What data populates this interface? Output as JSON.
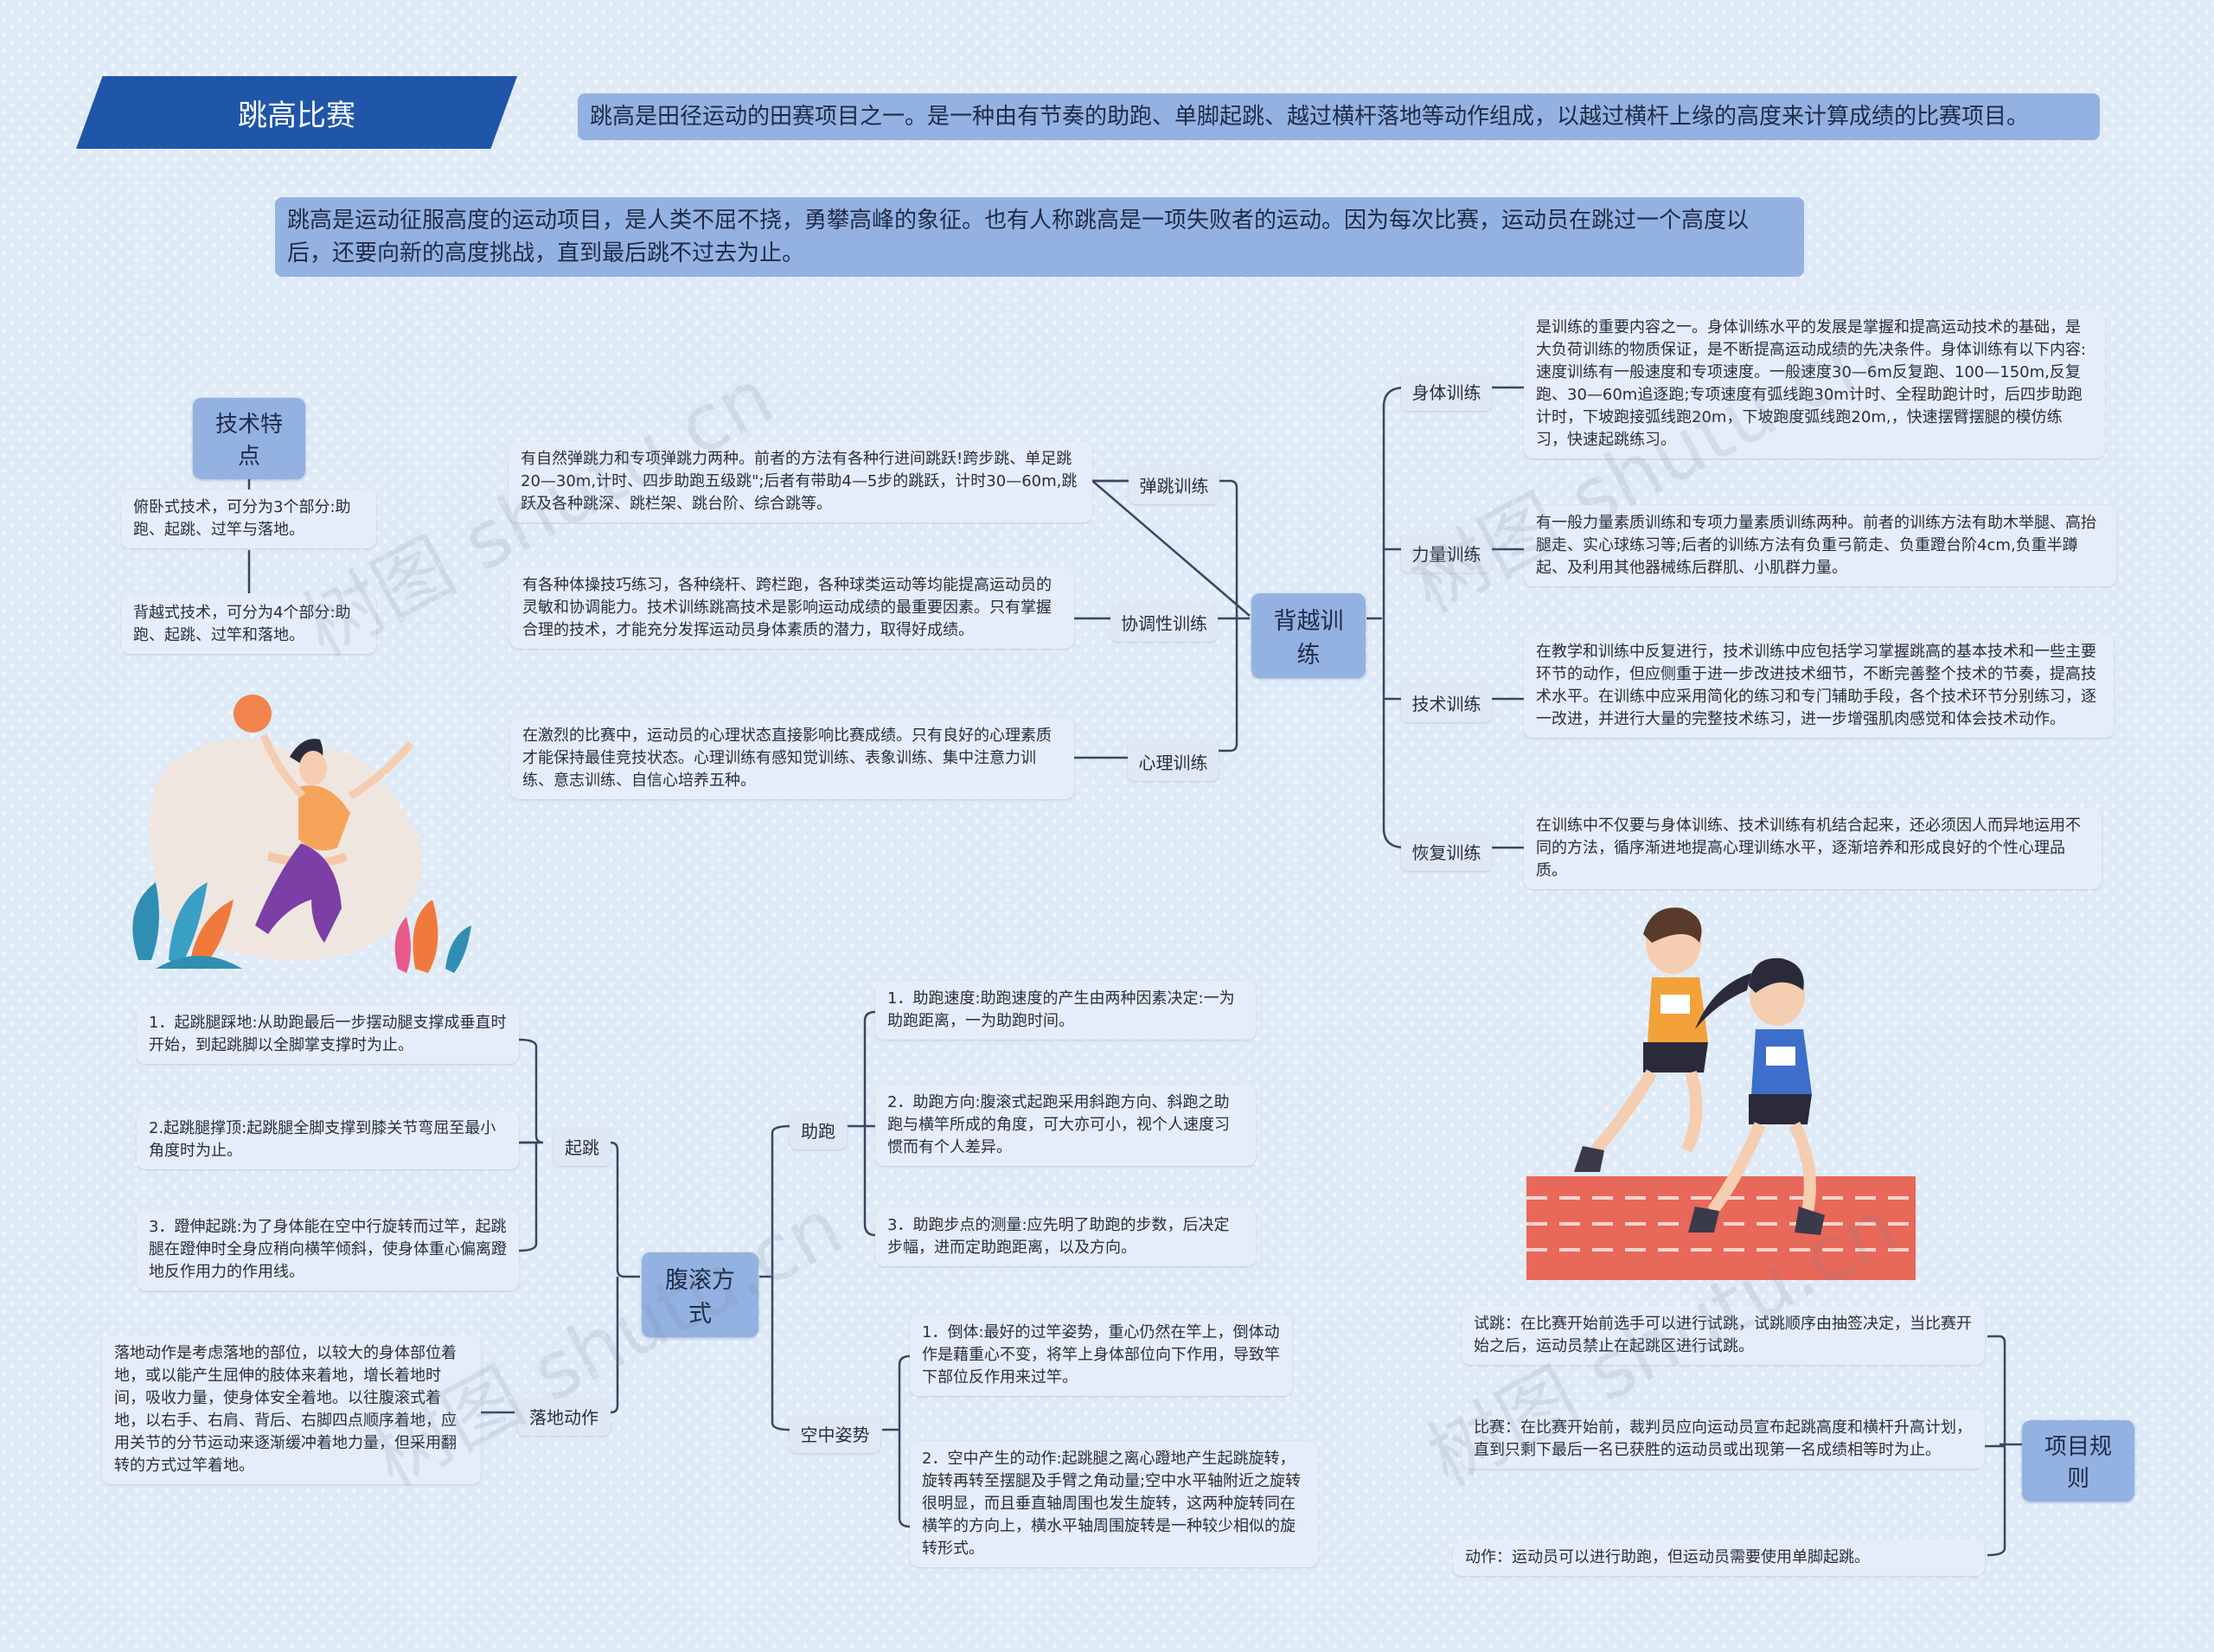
{
  "title": "跳高比赛",
  "intro1": "跳高是田径运动的田赛项目之一。是一种由有节奏的助跑、单脚起跳、越过横杆落地等动作组成，以越过横杆上缘的高度来计算成绩的比赛项目。",
  "intro2": "跳高是运动征服高度的运动项目，是人类不屈不挠，勇攀高峰的象征。也有人称跳高是一项失败者的运动。因为每次比赛，运动员在跳过一个高度以后，还要向新的高度挑战，直到最后跳不过去为止。",
  "tech": {
    "label": "技术特点",
    "items": [
      "俯卧式技术，可分为3个部分:助跑、起跳、过竿与落地。",
      "背越式技术，可分为4个部分:助跑、起跳、过竿和落地。"
    ]
  },
  "beiyue": {
    "label": "背越训练",
    "left": [
      {
        "label": "弹跳训练",
        "text": "有自然弹跳力和专项弹跳力两种。前者的方法有各种行进间跳跃!跨步跳、单足跳20—30m,计时、四步助跑五级跳\";后者有带助4—5步的跳跃，计时30—60m,跳跃及各种跳深、跳栏架、跳台阶、综合跳等。"
      },
      {
        "label": "协调性训练",
        "text": "有各种体操技巧练习，各种绕杆、跨栏跑，各种球类运动等均能提高运动员的灵敏和协调能力。技术训练跳高技术是影响运动成绩的最重要因素。只有掌握合理的技术，才能充分发挥运动员身体素质的潜力，取得好成绩。"
      },
      {
        "label": "心理训练",
        "text": "在激烈的比赛中，运动员的心理状态直接影响比赛成绩。只有良好的心理素质才能保持最佳竞技状态。心理训练有感知觉训练、表象训练、集中注意力训练、意志训练、自信心培养五种。"
      }
    ],
    "right": [
      {
        "label": "身体训练",
        "text": "是训练的重要内容之一。身体训练水平的发展是掌握和提高运动技术的基础，是大负荷训练的物质保证，是不断提高运动成绩的先决条件。身体训练有以下内容:速度训练有一般速度和专项速度。一般速度30—6m反复跑、100—150m,反复跑、30—60m追逐跑;专项速度有弧线跑30m计时、全程助跑计时，后四步助跑计时，下坡跑接弧线跑20m，下坡跑度弧线跑20m,，快速摆臂摆腿的模仿练习，快速起跳练习。"
      },
      {
        "label": "力量训练",
        "text": "有一般力量素质训练和专项力量素质训练两种。前者的训练方法有助木举腿、高抬腿走、实心球练习等;后者的训练方法有负重弓箭走、负重蹬台阶4cm,负重半蹲起、及利用其他器械练后群肌、小肌群力量。"
      },
      {
        "label": "技术训练",
        "text": "在教学和训练中反复进行，技术训练中应包括学习掌握跳高的基本技术和一些主要环节的动作，但应侧重于进一步改进技术细节，不断完善整个技术的节奏，提高技术水平。在训练中应采用简化的练习和专门辅助手段，各个技术环节分别练习，逐一改进，并进行大量的完整技术练习，进一步增强肌肉感觉和体会技术动作。"
      },
      {
        "label": "恢复训练",
        "text": "在训练中不仅要与身体训练、技术训练有机结合起来，还必须因人而异地运用不同的方法，循序渐进地提高心理训练水平，逐渐培养和形成良好的个性心理品质。"
      }
    ]
  },
  "fugun": {
    "label": "腹滚方式",
    "qitiao": {
      "label": "起跳",
      "items": [
        "1．起跳腿踩地:从助跑最后一步摆动腿支撑成垂直时开始，到起跳脚以全脚掌支撑时为止。",
        "2.起跳腿撑顶:起跳腿全脚支撑到膝关节弯屈至最小角度时为止。",
        "3．蹬伸起跳:为了身体能在空中行旋转而过竿，起跳腿在蹬伸时全身应稍向横竿倾斜，使身体重心偏离蹬地反作用力的作用线。"
      ]
    },
    "luodi": {
      "label": "落地动作",
      "text": "落地动作是考虑落地的部位，以较大的身体部位着地，或以能产生屈伸的肢体来着地，增长着地时间，吸收力量，使身体安全着地。以往腹滚式着地，以右手、右肩、背后、右脚四点顺序着地，应用关节的分节运动来逐渐缓冲着地力量，但采用翻转的方式过竿着地。"
    },
    "zhupao": {
      "label": "助跑",
      "items": [
        "1．助跑速度:助跑速度的产生由两种因素决定:一为助跑距离，一为助跑时间。",
        "2．助跑方向:腹滚式起跑采用斜跑方向、斜跑之助跑与横竿所成的角度，可大亦可小，视个人速度习惯而有个人差异。",
        "3．助跑步点的测量:应先明了助跑的步数，后决定步幅，进而定助跑距离，以及方向。"
      ]
    },
    "kongzhong": {
      "label": "空中姿势",
      "items": [
        "1．倒体:最好的过竿姿势，重心仍然在竿上，倒体动作是藉重心不变，将竿上身体部位向下作用，导致竿下部位反作用来过竿。",
        "2．空中产生的动作:起跳腿之离心蹬地产生起跳旋转，旋转再转至摆腿及手臂之角动量;空中水平轴附近之旋转很明显，而且垂直轴周围也发生旋转，这两种旋转同在横竿的方向上，横水平轴周围旋转是一种较少相似的旋转形式。"
      ]
    }
  },
  "rules": {
    "label": "项目规则",
    "items": [
      "试跳：在比赛开始前选手可以进行试跳，试跳顺序由抽签决定，当比赛开始之后，运动员禁止在起跳区进行试跳。",
      "比赛：在比赛开始前，裁判员应向运动员宣布起跳高度和横杆升高计划，直到只剩下最后一名已获胜的运动员或出现第一名成绩相等时为止。",
      "动作：运动员可以进行助跑，但运动员需要使用单脚起跳。"
    ]
  },
  "watermark": "树图 shutu.cn",
  "colors": {
    "title_bg": "#1f56a8",
    "main_node": "#93b2e2",
    "box": "#e6edf8",
    "line": "#3a4660"
  }
}
